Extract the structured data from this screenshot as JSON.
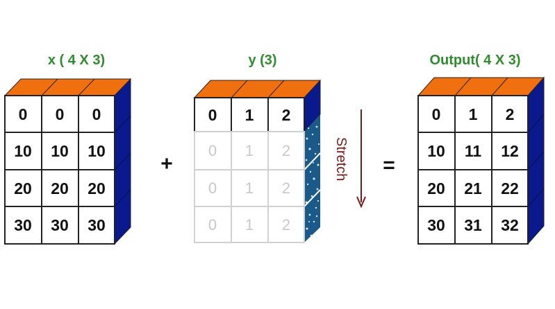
{
  "titles": {
    "x": "x ( 4 X 3)",
    "y": "y (3)",
    "output": "Output( 4 X 3)"
  },
  "x_matrix": [
    [
      "0",
      "0",
      "0"
    ],
    [
      "10",
      "10",
      "10"
    ],
    [
      "20",
      "20",
      "20"
    ],
    [
      "30",
      "30",
      "30"
    ]
  ],
  "y_row": [
    "0",
    "1",
    "2"
  ],
  "y_stretched_rows": [
    [
      "0",
      "1",
      "2"
    ],
    [
      "0",
      "1",
      "2"
    ],
    [
      "0",
      "1",
      "2"
    ]
  ],
  "output_matrix": [
    [
      "0",
      "1",
      "2"
    ],
    [
      "10",
      "11",
      "12"
    ],
    [
      "20",
      "21",
      "22"
    ],
    [
      "30",
      "31",
      "32"
    ]
  ],
  "operators": {
    "plus": "+",
    "equals": "="
  },
  "stretch_label": "Stretch",
  "colors": {
    "title_green": "#2e8b2e",
    "top_face_orange": "#f07010",
    "side_face_blue": "#0a1a8c",
    "stretched_side_blue": "#1a5a8a",
    "ghost_grid_gray": "#d0d0d0",
    "arrow_dark_red": "#7a1818"
  },
  "icons": {
    "stretch_arrow": "down-arrow-icon"
  }
}
